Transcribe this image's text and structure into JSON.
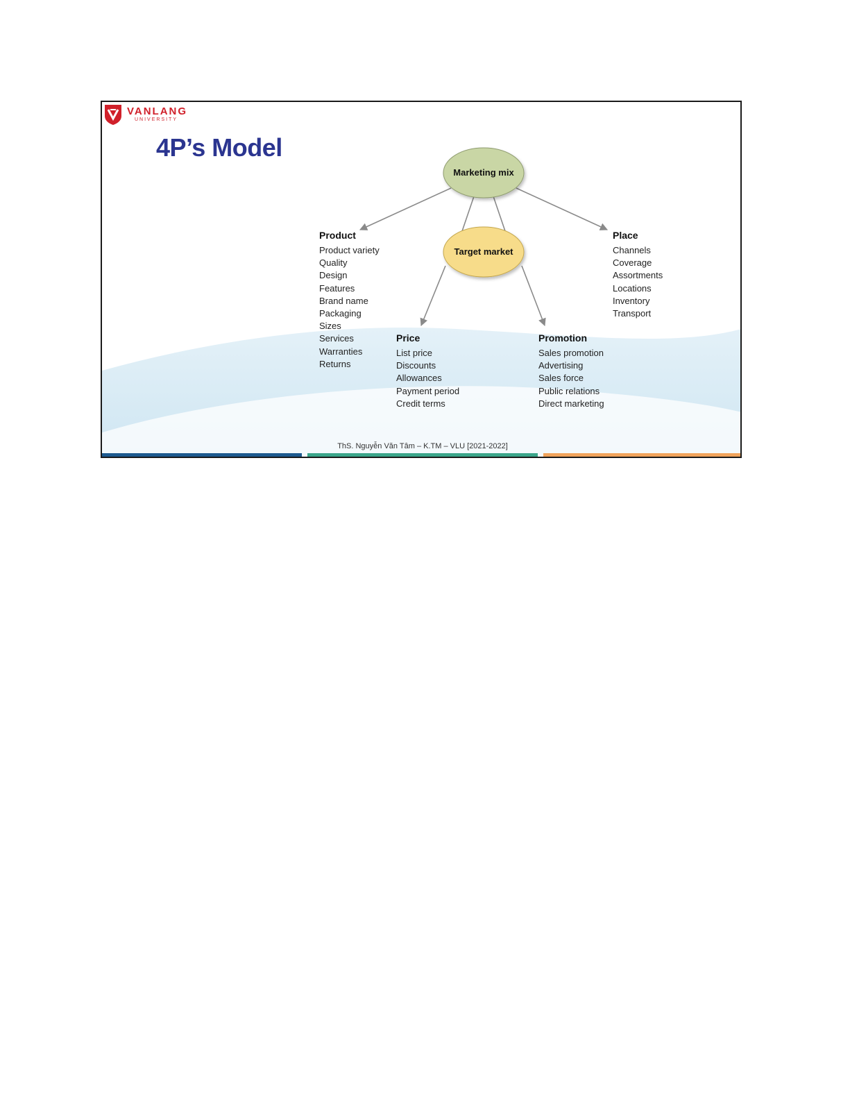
{
  "slide": {
    "logo": {
      "name": "VANLANG",
      "subtitle": "UNIVERSITY",
      "color": "#d0202a"
    },
    "title": "4P’s Model",
    "footer": "ThS. Nguyễn Văn Tâm – K.TM – VLU [2021-2022]",
    "footer_bar_colors": [
      "#1d5a8f",
      "#3aa58a",
      "#f0a35b"
    ]
  },
  "diagram": {
    "center_top": {
      "label": "Marketing mix",
      "fill": "#c9d6a5"
    },
    "center_mid": {
      "label": "Target market",
      "fill": "#f7dc8a"
    },
    "groups": {
      "product": {
        "title": "Product",
        "items": [
          "Product variety",
          "Quality",
          "Design",
          "Features",
          "Brand name",
          "Packaging",
          "Sizes",
          "Services",
          "Warranties",
          "Returns"
        ]
      },
      "price": {
        "title": "Price",
        "items": [
          "List price",
          "Discounts",
          "Allowances",
          "Payment period",
          "Credit terms"
        ]
      },
      "promotion": {
        "title": "Promotion",
        "items": [
          "Sales promotion",
          "Advertising",
          "Sales force",
          "Public relations",
          "Direct marketing"
        ]
      },
      "place": {
        "title": "Place",
        "items": [
          "Channels",
          "Coverage",
          "Assortments",
          "Locations",
          "Inventory",
          "Transport"
        ]
      }
    }
  }
}
